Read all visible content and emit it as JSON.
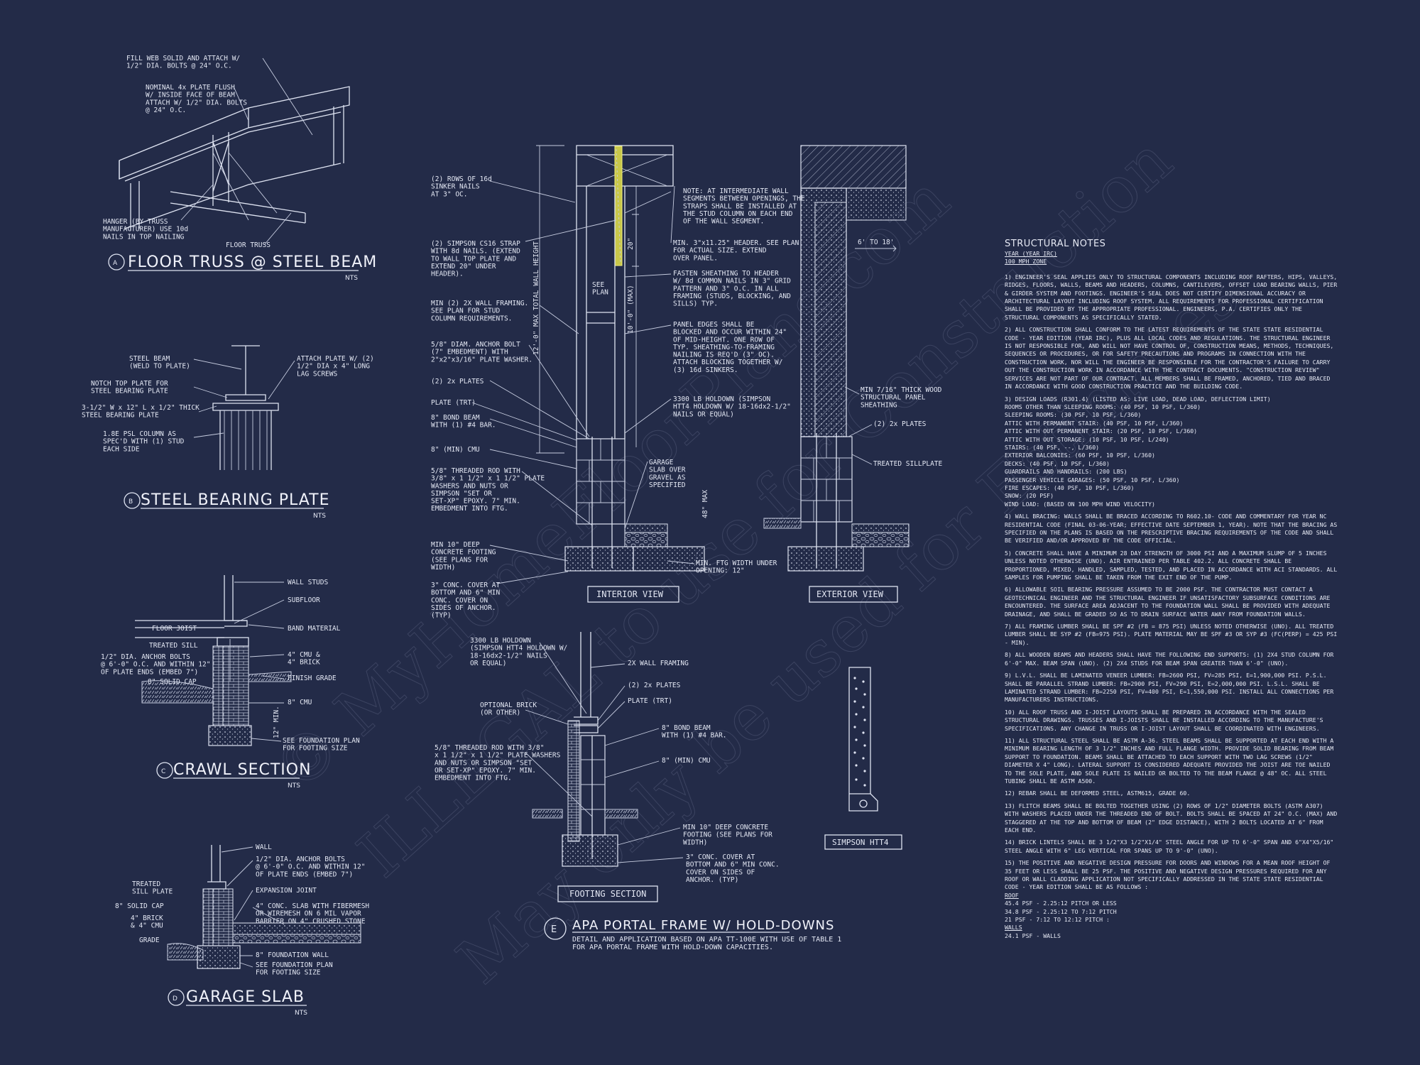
{
  "watermark": [
    "© MyHomeFloorPlans.com",
    "ILLEGAL to use for Construction",
    "May only be used for Estimates"
  ],
  "details": {
    "a": {
      "letter": "A",
      "title": "FLOOR TRUSS @ STEEL BEAM",
      "scale": "NTS",
      "labels": {
        "fill_web": "FILL WEB SOLID AND ATTACH W/\n1/2\" DIA. BOLTS @ 24\" O.C.",
        "nominal_plate": "NOMINAL 4x PLATE FLUSH\nW/ INSIDE FACE OF BEAM\nATTACH W/ 1/2\" DIA. BOLTS\n@ 24\" O.C.",
        "hanger": "HANGER (BY TRUSS\nMANUFACTURER) USE 10d\nNAILS IN TOP NAILING",
        "floor_truss": "FLOOR TRUSS"
      }
    },
    "b": {
      "letter": "B",
      "title": "STEEL BEARING PLATE",
      "scale": "NTS",
      "labels": {
        "steel_beam": "STEEL BEAM\n(WELD TO PLATE)",
        "notch": "NOTCH TOP PLATE FOR\nSTEEL BEARING PLATE",
        "plate_size": "3-1/2\" W x 12\" L x 1/2\" THICK\nSTEEL BEARING PLATE",
        "psl_column": "1.8E PSL COLUMN AS\nSPEC'D WITH (1) STUD\nEACH SIDE",
        "attach_plate": "ATTACH PLATE W/ (2)\n1/2\" DIA x 4\" LONG\nLAG SCREWS"
      }
    },
    "c": {
      "letter": "C",
      "title": "CRAWL SECTION",
      "scale": "NTS",
      "labels": {
        "wall_studs": "WALL STUDS",
        "subfloor": "SUBFLOOR",
        "floor_joist": "FLOOR JOIST",
        "band_material": "BAND MATERIAL",
        "treated_sill": "TREATED SILL",
        "anchor_bolts": "1/2\" DIA. ANCHOR BOLTS\n@ 6'-0\" O.C. AND WITHIN 12\"\nOF PLATE ENDS (EMBED 7\")",
        "cmu_brick": "4\" CMU &\n4\" BRICK",
        "solid_cap": "8\" SOLID CAP",
        "finish_grade": "FINISH GRADE",
        "cmu8": "8\" CMU",
        "min12": "12\" MIN.",
        "see_foundation": "SEE FOUNDATION PLAN\nFOR FOOTING SIZE"
      }
    },
    "d": {
      "letter": "D",
      "title": "GARAGE SLAB",
      "scale": "NTS",
      "labels": {
        "wall": "WALL",
        "anchor_bolts": "1/2\" DIA. ANCHOR BOLTS\n@ 6'-0\" O.C. AND WITHIN 12\"\nOF PLATE ENDS (EMBED 7\")",
        "treated_sill": "TREATED\nSILL PLATE",
        "expansion_joint": "EXPANSION JOINT",
        "solid_cap": "8\" SOLID CAP",
        "conc_slab": "4\" CONC. SLAB WITH FIBERMESH\nOR WIREMESH ON 6 MIL VAPOR\nBARRIER ON 4\" CRUSHED STONE",
        "brick_cmu": "4\" BRICK\n& 4\" CMU",
        "grade": "GRADE",
        "foundation_wall": "8\" FOUNDATION WALL",
        "see_foundation": "SEE FOUNDATION PLAN\nFOR FOOTING SIZE"
      }
    },
    "e": {
      "letter": "E",
      "title": "APA PORTAL FRAME W/ HOLD-DOWNS",
      "subtitle": "DETAIL AND APPLICATION BASED ON APA TT-100E WITH USE OF TABLE 1\nFOR APA PORTAL FRAME WITH HOLD-DOWN CAPACITIES.",
      "interior_view": "INTERIOR VIEW",
      "exterior_view": "EXTERIOR VIEW",
      "footing_section": "FOOTING SECTION",
      "simpson": "SIMPSON HTT4",
      "labels_left": {
        "sinker": "(2) ROWS OF 16d\nSINKER NAILS\nAT 3\" OC.",
        "strap": "(2) SIMPSON CS16 STRAP\nWITH 8d NAILS. (EXTEND\nTO WALL TOP PLATE AND\nEXTEND 20\" UNDER\nHEADER).",
        "framing": "MIN (2) 2X WALL FRAMING.\nSEE PLAN FOR STUD\nCOLUMN REQUIREMENTS.",
        "anchor": "5/8\" DIAM. ANCHOR BOLT\n(7\" EMBEDMENT) WITH\n2\"x2\"x3/16\" PLATE WASHER.",
        "plates": "(2) 2x PLATES",
        "plate_trt": "PLATE (TRT)",
        "bond_beam": "8\" BOND BEAM\nWITH (1) #4 BAR.",
        "cmu": "8\" (MIN) CMU",
        "threaded_rod": "5/8\" THREADED ROD WITH\n3/8\" x 1 1/2\" x 1 1/2\" PLATE\nWASHERS AND NUTS OR\nSIMPSON \"SET OR\nSET-XP\" EPOXY. 7\" MIN.\nEMBEDMENT INTO FTG.",
        "footing": "MIN 10\" DEEP\nCONCRETE FOOTING\n(SEE PLANS FOR\nWIDTH)",
        "cover": "3\" CONC. COVER AT\nBOTTOM AND 6\" MIN\nCONC. COVER ON\nSIDES OF ANCHOR.\n(TYP)"
      },
      "labels_right": {
        "note": "NOTE: AT INTERMEDIATE WALL\nSEGMENTS BETWEEN OPENINGS, THE\nSTRAPS SHALL BE INSTALLED AT\nTHE STUD COLUMN ON EACH END\nOF THE WALL SEGMENT.",
        "header": "MIN. 3\"x11.25\" HEADER. SEE PLAN\nFOR ACTUAL SIZE. EXTEND\nOVER PANEL.",
        "fasten": "FASTEN SHEATHING TO HEADER\nW/ 8d COMMON NAILS IN 3\" GRID\nPATTERN AND 3\" O.C. IN ALL\nFRAMING (STUDS, BLOCKING, AND\nSILLS) TYP.",
        "panel_edges": "PANEL EDGES SHALL BE\nBLOCKED AND OCCUR WITHIN 24\"\nOF MID-HEIGHT. ONE ROW OF\nTYP. SHEATHING-TO-FRAMING\nNAILING IS REQ'D (3\" OC).\nATTACH BLOCKING TOGETHER W/\n(3) 16d SINKERS.",
        "holdown": "3300 LB HOLDOWN (SIMPSON\nHTT4 HOLDOWN W/ 18-16dx2-1/2\"\nNAILS OR EQUAL)",
        "garage_slab": "GARAGE\nSLAB OVER\nGRAVEL AS\nSPECIFIED",
        "min_ftg": "MIN. FTG WIDTH UNDER\nOPENING: 12\"",
        "sheathing": "MIN 7/16\" THICK WOOD\nSTRUCTURAL PANEL\nSHEATHING",
        "plates2": "(2) 2x PLATES",
        "treated_sill": "TREATED SILLPLATE",
        "range": "6' TO 18'",
        "dim_20": "20\"",
        "dim_10": "10'-0\" (MAX)",
        "dim_12": "12'-0\" MAX TOTAL WALL HEIGHT",
        "dim_48": "48\" MAX",
        "see_plan": "SEE\nPLAN"
      },
      "labels_footing": {
        "holdown": "3300 LB HOLDOWN\n(SIMPSON HTT4 HOLDOWN W/\n18-16dx2-1/2\" NAILS\nOR EQUAL)",
        "framing": "2X WALL FRAMING",
        "plates": "(2) 2x PLATES",
        "plate_trt": "PLATE (TRT)",
        "optional_brick": "OPTIONAL BRICK\n(OR OTHER)",
        "bond_beam": "8\" BOND BEAM\nWITH (1) #4 BAR.",
        "cmu": "8\" (MIN) CMU",
        "threaded_rod": "5/8\" THREADED ROD WITH 3/8\"\nx 1 1/2\" x 1 1/2\" PLATE WASHERS\nAND NUTS OR SIMPSON \"SET\nOR SET-XP\" EPOXY. 7\" MIN.\nEMBEDMENT INTO FTG.",
        "footing": "MIN 10\" DEEP CONCRETE\nFOOTING (SEE PLANS FOR\nWIDTH)",
        "cover": "3\" CONC. COVER AT\nBOTTOM AND 6\" MIN CONC.\nCOVER ON SIDES OF\nANCHOR. (TYP)"
      }
    }
  },
  "notes": {
    "title": "STRUCTURAL NOTES",
    "year": "YEAR (YEAR IRC)",
    "zone": "100 mph ZONE",
    "items": [
      "1) ENGINEER'S SEAL APPLIES ONLY TO STRUCTURAL COMPONENTS INCLUDING ROOF RAFTERS, HIPS, VALLEYS, RIDGES, FLOORS, WALLS, BEAMS AND HEADERS, COLUMNS, CANTILEVERS, OFFSET LOAD BEARING WALLS, PIER & GIRDER SYSTEM AND FOOTINGS. ENGINEER'S SEAL DOES NOT CERTIFY DIMENSIONAL ACCURACY OR ARCHITECTURAL LAYOUT INCLUDING ROOF SYSTEM. ALL REQUIREMENTS FOR PROFESSIONAL CERTIFICATION SHALL BE PROVIDED BY THE APPROPRIATE PROFESSIONAL. ENGINEERS, P.A. CERTIFIES ONLY THE STRUCTURAL COMPONENTS AS SPECIFICALLY STATED.",
      "2) ALL CONSTRUCTION SHALL CONFORM TO THE LATEST REQUIREMENTS OF THE STATE STATE RESIDENTIAL CODE - YEAR EDITION (YEAR IRC), PLUS ALL LOCAL CODES AND REGULATIONS. THE STRUCTURAL ENGINEER IS NOT RESPONSIBLE FOR, AND WILL NOT HAVE CONTROL OF, CONSTRUCTION MEANS, METHODS, TECHNIQUES, SEQUENCES OR PROCEDURES, OR FOR SAFETY PRECAUTIONS AND PROGRAMS IN CONNECTION WITH THE CONSTRUCTION WORK, NOR WILL THE ENGINEER BE RESPONSIBLE FOR THE CONTRACTOR'S FAILURE TO CARRY OUT THE CONSTRUCTION WORK IN ACCORDANCE WITH THE CONTRACT DOCUMENTS. \"CONSTRUCTION REVIEW\" SERVICES ARE NOT PART OF OUR CONTRACT. ALL MEMBERS SHALL BE FRAMED, ANCHORED, TIED AND BRACED IN ACCORDANCE WITH GOOD CONSTRUCTION PRACTICE AND THE BUILDING CODE.",
      "3) DESIGN LOADS (R301.4) (LISTED AS: LIVE LOAD, DEAD LOAD, DEFLECTION LIMIT)\nROOMS OTHER THAN SLEEPING ROOMS: (40 PSF, 10 PSF, L/360)\nSLEEPING ROOMS: (30 PSF, 10 PSF, L/360)\nATTIC WITH PERMANENT STAIR: (40 PSF, 10 PSF, L/360)\nATTIC WITH OUT PERMANENT STAIR: (20 PSF, 10 PSF, L/360)\nATTIC WITH OUT STORAGE: (10 PSF, 10 PSF, L/240)\nSTAIRS: (40 PSF, --, L/360)\nEXTERIOR BALCONIES: (60 PSF, 10 PSF, L/360)\nDECKS: (40 PSF, 10 PSF, L/360)\nGUARDRAILS AND HANDRAILS: (200 LBS)\nPASSENGER VEHICLE GARAGES: (50 PSF, 10 PSF, L/360)\nFIRE ESCAPES: (40 PSF, 10 PSF, L/360)\nSNOW: (20 PSF)\nWIND LOAD: (BASED ON 100 MPH WIND VELOCITY)",
      "4) WALL BRACING: WALLS SHALL BE BRACED ACCORDING TO R602.10- CODE AND COMMENTARY FOR YEAR NC RESIDENTIAL CODE (FINAL 03-06-YEAR; EFFECTIVE DATE SEPTEMBER 1, YEAR). NOTE THAT THE BRACING AS SPECIFIED ON THE PLANS IS BASED ON THE PRESCRIPTIVE BRACING REQUIREMENTS OF THE CODE AND SHALL BE VERIFIED AND/OR APPROVED BY THE CODE OFFICIAL.",
      "5) CONCRETE SHALL HAVE A MINIMUM 28 DAY STRENGTH OF 3000 PSI AND A MAXIMUM SLUMP OF 5 INCHES UNLESS NOTED OTHERWISE (UNO). AIR ENTRAINED PER TABLE 402.2. ALL CONCRETE SHALL BE PROPORTIONED, MIXED, HANDLED, SAMPLED, TESTED, AND PLACED IN ACCORDANCE WITH ACI STANDARDS. ALL SAMPLES FOR PUMPING SHALL BE TAKEN FROM THE EXIT END OF THE PUMP.",
      "6) ALLOWABLE SOIL BEARING PRESSURE ASSUMED TO BE 2000 PSF. THE CONTRACTOR MUST CONTACT A GEOTECHNICAL ENGINEER AND THE STRUCTURAL ENGINEER IF UNSATISFACTORY SUBSURFACE CONDITIONS ARE ENCOUNTERED. THE SURFACE AREA ADJACENT TO THE FOUNDATION WALL SHALL BE PROVIDED WITH ADEQUATE DRAINAGE, AND SHALL BE GRADED SO AS TO DRAIN SURFACE WATER AWAY FROM FOUNDATION WALLS.",
      "7) ALL FRAMING LUMBER SHALL BE SPF #2 (Fb = 875 PSI) UNLESS NOTED OTHERWISE (UNO). ALL TREATED LUMBER SHALL BE SYP #2 (Fb=975 PSI). PLATE MATERIAL MAY BE SPF #3 OR SYP #3 (Fc(perp) = 425 PSI - MIN).",
      "8) ALL WOODEN BEAMS AND HEADERS SHALL HAVE THE FOLLOWING END SUPPORTS: (1) 2x4 STUD COLUMN FOR 6'-0\" MAX. BEAM SPAN (UNO). (2) 2X4 STUDS FOR BEAM SPAN GREATER THAN 6'-0\" (UNO).",
      "9) L.V.L. SHALL BE LAMINATED VENEER LUMBER: Fb=2600 PSI, Fv=285 PSI, E=1,900,000 PSI. P.S.L. SHALL BE PARALLEL STRAND LUMBER: Fb=2900 PSI, Fv=290 PSI, E=2,000,000 PSI. L.S.L. SHALL BE LAMINATED STRAND LUMBER: Fb=2250 PSI, Fv=400 PSI, E=1,550,000 PSI. INSTALL ALL CONNECTIONS PER MANUFACTURERS INSTRUCTIONS.",
      "10) ALL ROOF TRUSS AND I-JOIST LAYOUTS SHALL BE PREPARED IN ACCORDANCE WITH THE SEALED STRUCTURAL DRAWINGS. TRUSSES AND I-JOISTS SHALL BE INSTALLED ACCORDING TO THE MANUFACTURE'S SPECIFICATIONS. ANY CHANGE IN TRUSS OR I-JOIST LAYOUT SHALL BE COORDINATED WITH ENGINEERS.",
      "11) ALL STRUCTURAL STEEL SHALL BE ASTM A-36. STEEL BEAMS SHALL BE SUPPORTED AT EACH END WITH A MINIMUM BEARING LENGTH OF 3 1/2\" INCHES AND FULL FLANGE WIDTH. PROVIDE SOLID BEARING FROM BEAM SUPPORT TO FOUNDATION. BEAMS SHALL BE ATTACHED TO EACH SUPPORT WITH TWO LAG SCREWS (1/2\" DIAMETER x 4\" LONG). LATERAL SUPPORT IS CONSIDERED ADEQUATE PROVIDED THE JOIST ARE TOE NAILED TO THE SOLE PLATE, AND SOLE PLATE IS NAILED OR BOLTED TO THE BEAM FLANGE @ 48\" OC. ALL STEEL TUBING SHALL BE ASTM A500.",
      "12) REBAR SHALL BE DEFORMED STEEL, ASTM615, GRADE 60.",
      "13) FLITCH BEAMS SHALL BE BOLTED TOGETHER USING (2) ROWS OF 1/2\" DIAMETER BOLTS (ASTM A307) WITH WASHERS PLACED UNDER THE THREADED END OF BOLT. BOLTS SHALL BE SPACED AT 24\" O.C. (MAX) AND STAGGERED AT THE TOP AND BOTTOM OF BEAM (2\" EDGE DISTANCE), WITH 2 BOLTS LOCATED AT 6\" FROM EACH END.",
      "14) BRICK LINTELS SHALL BE 3 1/2\"x3 1/2\"x1/4\" STEEL ANGLE FOR UP TO 6'-0\" SPAN AND 6\"x4\"x5/16\" STEEL ANGLE WITH 6\" LEG VERTICAL FOR SPANS UP TO 9'-0\" (UNO).",
      "15) THE POSITIVE AND NEGATIVE DESIGN PRESSURE FOR DOORS AND WINDOWS FOR A MEAN ROOF HEIGHT OF 35 FEET OR LESS SHALL BE 25 PSF. THE POSITIVE AND NEGATIVE DESIGN PRESSURES REQUIRED FOR ANY ROOF OR WALL CLADDING APPLICATION NOT SPECIFICALLY ADDRESSED IN THE STATE STATE RESIDENTIAL CODE - YEAR EDITION SHALL BE AS FOLLOWS :"
    ],
    "roof_heading": "ROOF",
    "roof_items": [
      "45.4 PSF - 2.25:12 PITCH OR LESS",
      "34.8 PSF - 2.25:12 TO 7:12 PITCH",
      "21 PSF - 7:12 TO 12:12 PITCH :"
    ],
    "walls_heading": "WALLS",
    "walls_items": [
      "24.1 PSF - WALLS"
    ]
  }
}
